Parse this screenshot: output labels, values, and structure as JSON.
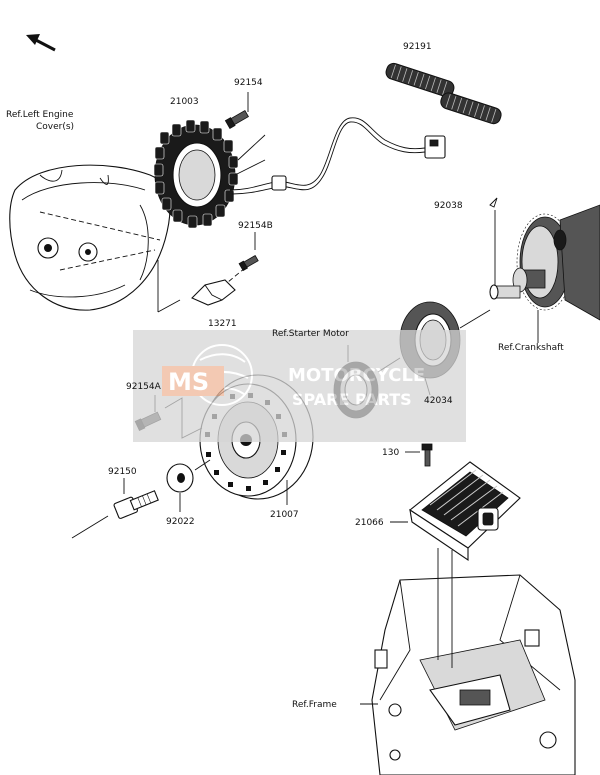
{
  "labels": {
    "ref_left_cover": [
      "Ref.Left Engine",
      "Cover(s)"
    ],
    "p92191": "92191",
    "p92154": "92154",
    "p21003": "21003",
    "p92038": "92038",
    "p92154B": "92154B",
    "p13271": "13271",
    "ref_starter": "Ref.Starter Motor",
    "ref_crankshaft": "Ref.Crankshaft",
    "p92154A": "92154A",
    "p42034": "42034",
    "p130": "130",
    "p92150": "92150",
    "p92022": "92022",
    "p21007": "21007",
    "p21066": "21066",
    "ref_frame": "Ref.Frame"
  },
  "watermark": {
    "logo": "MS",
    "line1": "MOTORCYCLE",
    "line2": "SPARE PARTS"
  },
  "colors": {
    "watermark_bg": "#d6d6d6",
    "watermark_accent": "#f0b89a"
  }
}
